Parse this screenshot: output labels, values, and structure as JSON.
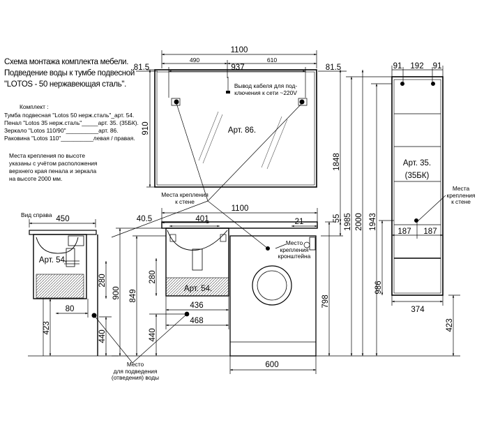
{
  "title": {
    "line1": "Схема монтажа комплекта мебели.",
    "line2": "Подведение воды к тумбе подвесной",
    "line3": "\"LOTOS - 50 нержавеющая сталь\"."
  },
  "kit": {
    "heading": "Комплект :",
    "items": [
      "Тумба подвесная \"Lotos 50 нерж.сталь\"_арт. 54.",
      "Пенал \"Lotos 35 нерж.сталь\"_____арт. 35. (35БК).",
      "Зеркало \"Lotos 110/90\"__________арт. 86.",
      "Раковина \"Lotos 110\"__________левая / правая."
    ]
  },
  "note": [
    "Места крепления по высоте",
    "указаны с учётом расположения",
    "верхнего края пенала и зеркала",
    "на высоте 2000 мм."
  ],
  "labels": {
    "side_view": "Вид справа",
    "mirror_art": "Арт. 86.",
    "cabinet_art_side": "Арт. 54.",
    "cabinet_art_front": "Арт. 54.",
    "pencil_art_1": "Арт. 35.",
    "pencil_art_2": "(35БК)",
    "cable_1": "Вывод кабеля для под-",
    "cable_2": "ключения к сети ~220V",
    "mount_wall_1": "Места крепления",
    "mount_wall_2": "к стене",
    "mount_wall_r1": "Места",
    "mount_wall_r2": "крепления",
    "mount_wall_r3": "к стене",
    "mount_bracket_1": "Место",
    "mount_bracket_2": "крепления",
    "mount_bracket_3": "кронштейна",
    "water_1": "Место",
    "water_2": "для подведения",
    "water_3": "(отведения) воды"
  },
  "dims": {
    "mirror_width": "1100",
    "mirror_490": "490",
    "mirror_610": "610",
    "mirror_left": "81.5",
    "mirror_937": "937",
    "mirror_right": "81.5",
    "mirror_height": "910",
    "pencil_91_l": "91",
    "pencil_192": "192",
    "pencil_91_r": "91",
    "side_450": "450",
    "side_80": "80",
    "side_280": "280",
    "side_440": "440",
    "side_423": "423",
    "base_1100": "1100",
    "base_40_5": "40.5",
    "base_401": "401",
    "base_21": "21",
    "base_436": "436",
    "base_468": "468",
    "base_600": "600",
    "front_280": "280",
    "front_440": "440",
    "front_900": "900",
    "front_849": "849",
    "v_1848": "1848",
    "v_55": "55",
    "v_1985": "1985",
    "v_2000": "2000",
    "v_1943": "1943",
    "v_798": "798",
    "v_986": "986",
    "pencil_187_l": "187",
    "pencil_187_r": "187",
    "pencil_374": "374",
    "pencil_423": "423"
  }
}
